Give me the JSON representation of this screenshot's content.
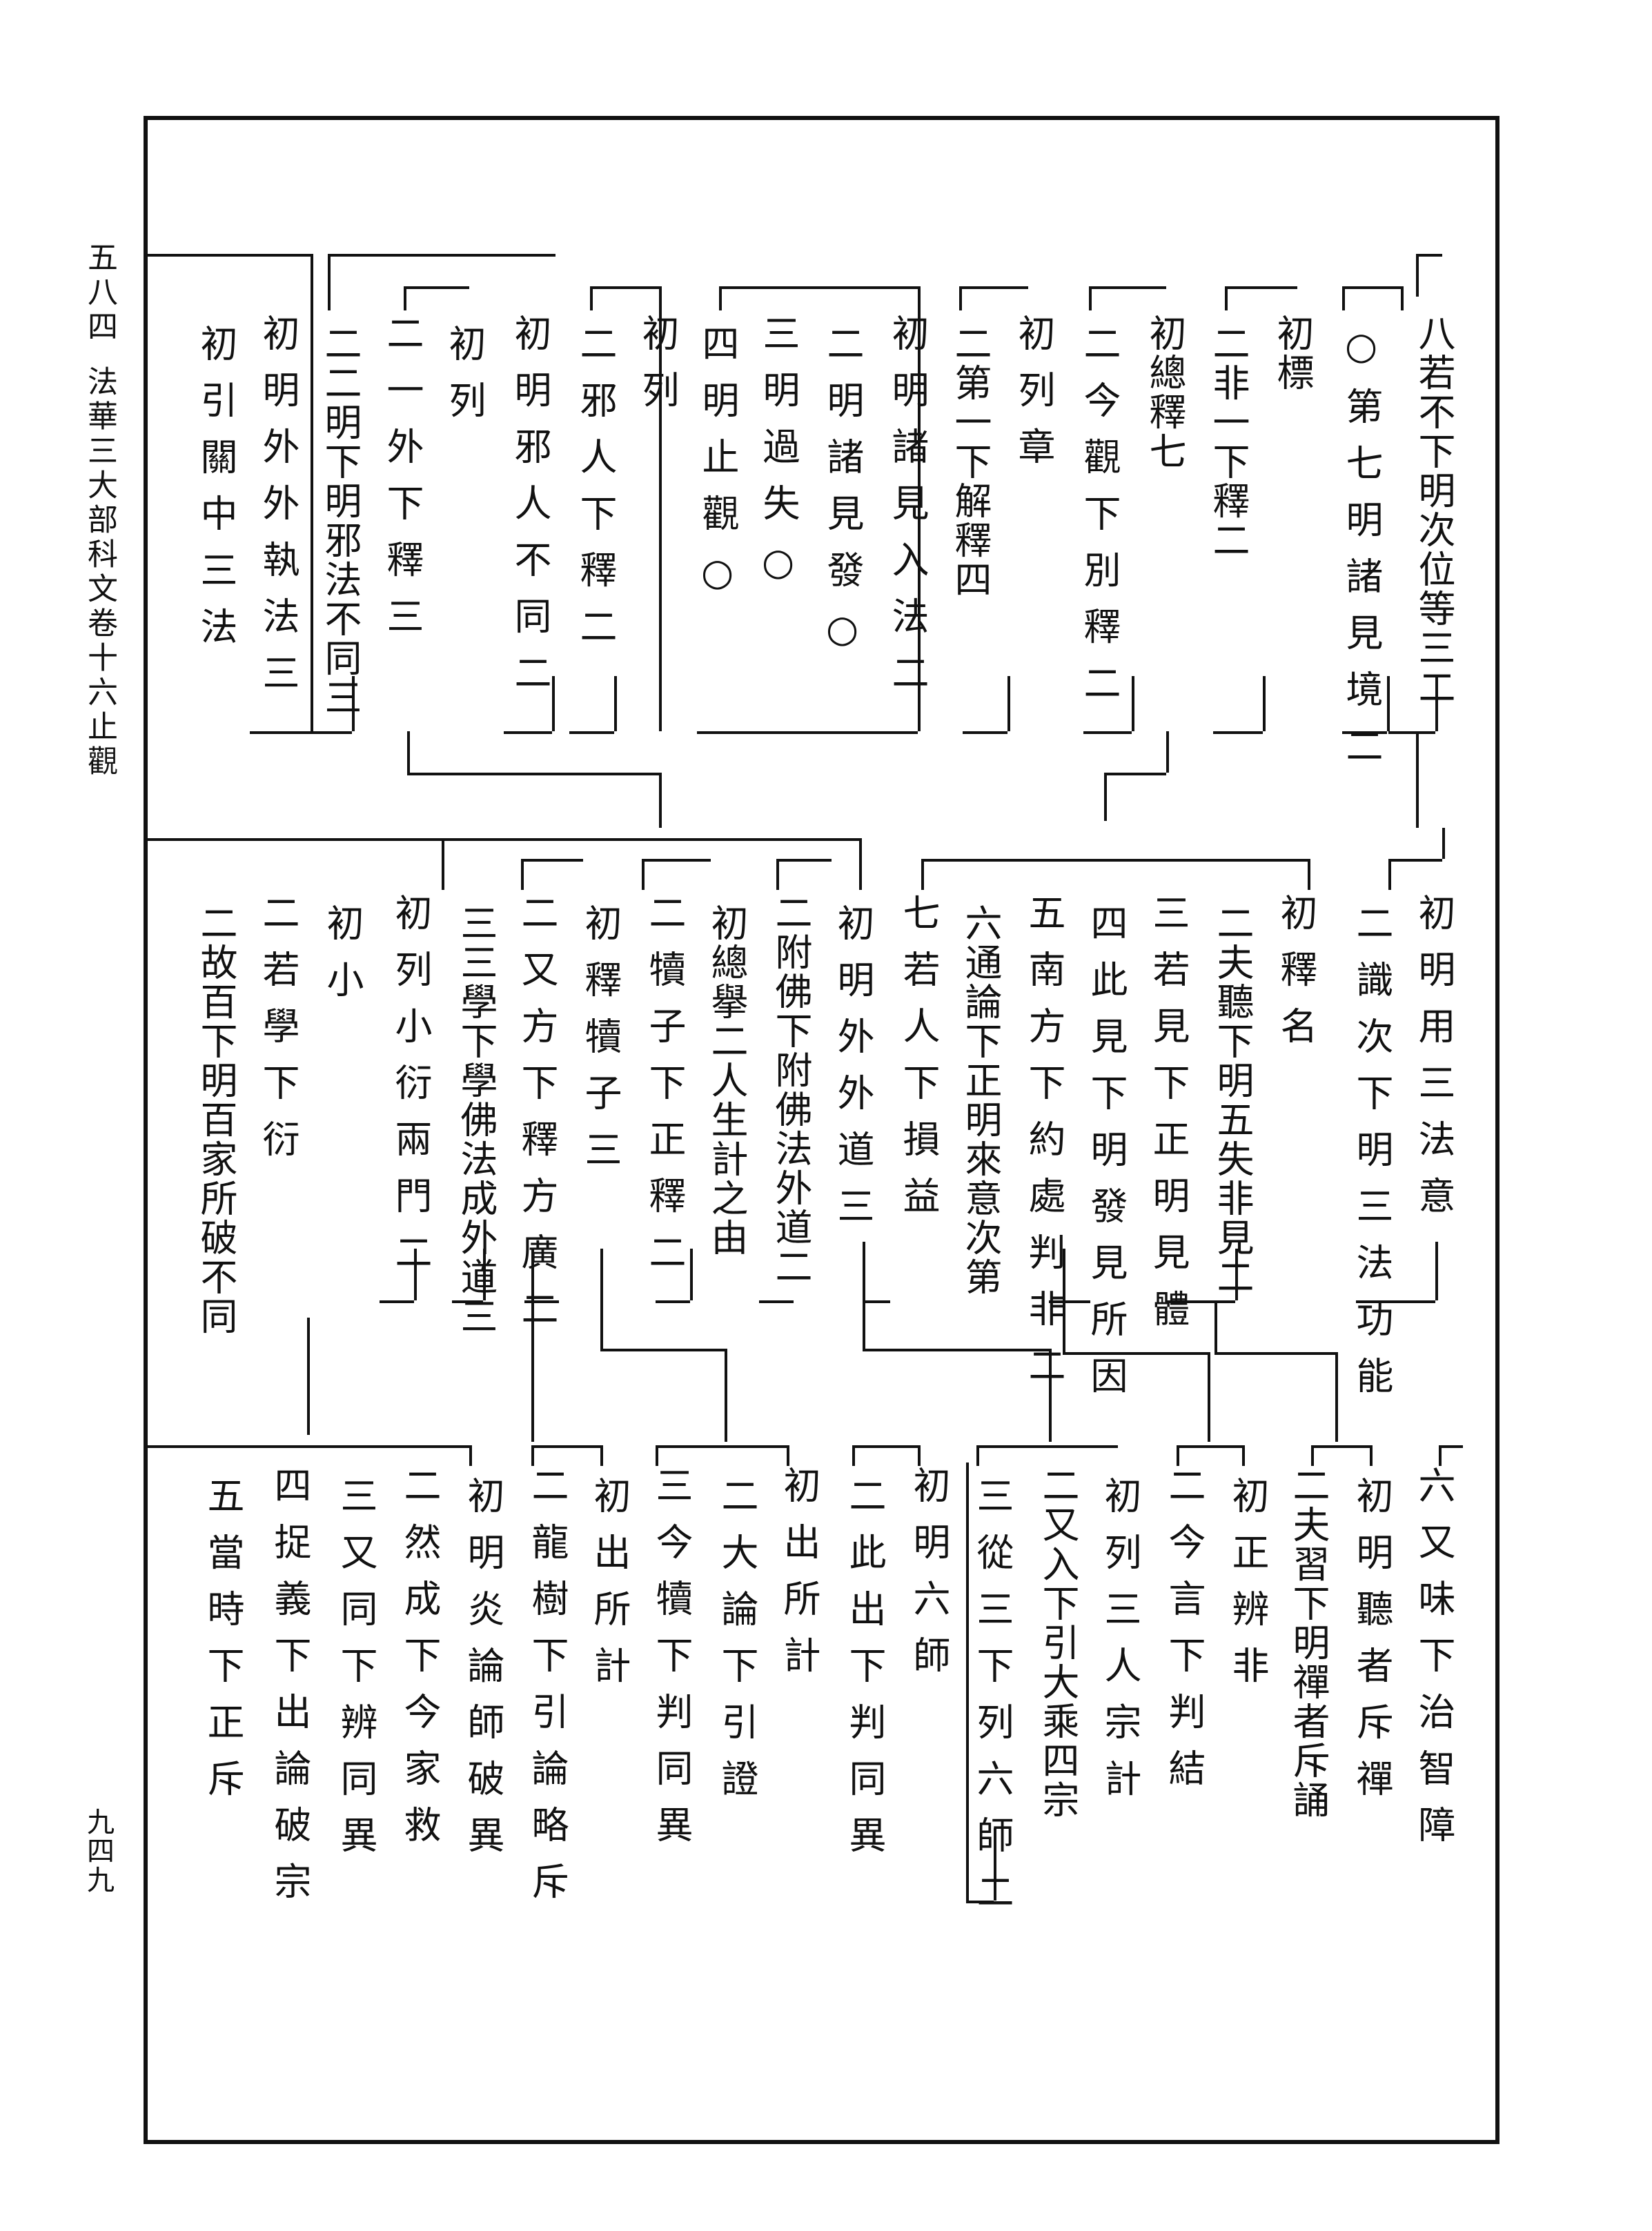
{
  "margin": {
    "page_no": "五八四",
    "book_title": "法華三大部科文卷十六止觀",
    "folio": "九四九"
  },
  "rows": [
    {
      "columns": [
        "八若不下明次位等三二",
        "○第七明諸見境二",
        "初標",
        "二非一下釋二",
        "初總釋七",
        "二今觀下別釋二",
        "初列章",
        "二第一下解釋四",
        "初明諸見入法二",
        "二明諸見發○",
        "三明過失○",
        "四明止觀○",
        "初列",
        "二邪人下釋二",
        "初明邪人不同二",
        "初列",
        "二一外下釋三",
        "二二明下明邪法不同三",
        "初明外外執法三",
        "初引關中三法"
      ]
    },
    {
      "columns": [
        "初明用三法意",
        "二識次下明三法功能",
        "初釋名",
        "二夫聽下明五失非見二",
        "三若見下正明見體",
        "四此見下明發見所因",
        "五南方下約處判非二",
        "六通論下正明來意次第",
        "七若人下損益",
        "初明外外道三",
        "二附佛下附佛法外道二",
        "初總擧二人生計之由",
        "二犢子下正釋二",
        "初釋犢子三",
        "二又方下釋方廣二",
        "三三學下學佛法成外道三",
        "初列小衍兩門二",
        "初小",
        "二若學下衍",
        "二故百下明百家所破不同"
      ]
    },
    {
      "columns": [
        "六又味下治智障",
        "初明聽者斥禪",
        "二夫習下明禪者斥誦",
        "初正辨非",
        "二今言下判結",
        "初列三人宗計",
        "二又入下引大乘四宗",
        "三從三下列六師二",
        "初明六師",
        "二此出下判同異",
        "初出所計",
        "二大論下引證",
        "三今犢下判同異",
        "初出所計",
        "二龍樹下引論略斥",
        "初明炎論師破異",
        "二然成下今家救",
        "三又同下辨同異",
        "四捉義下出論破宗",
        "五當時下正斥"
      ]
    }
  ]
}
